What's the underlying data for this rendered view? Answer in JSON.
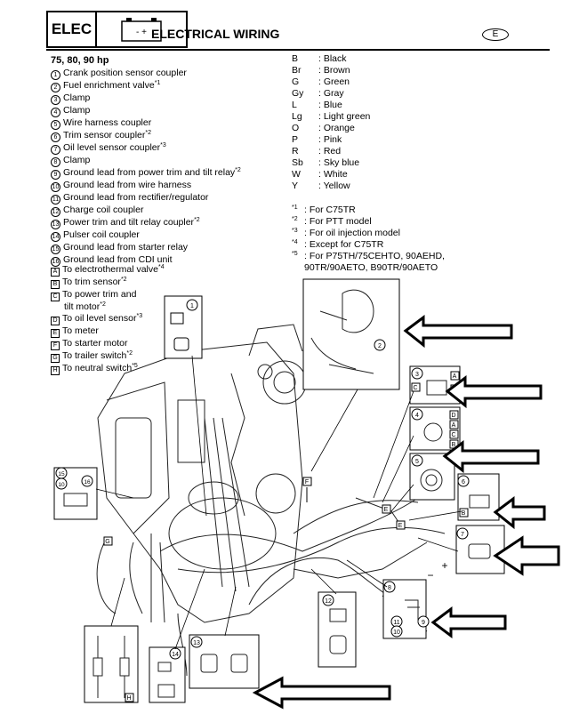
{
  "header": {
    "section_code": "ELEC",
    "title": "ELECTRICAL WIRING",
    "lang": "E",
    "battery_signs": "- +"
  },
  "model": "75, 80, 90 hp",
  "components": [
    {
      "num": "1",
      "text": "Crank position sensor coupler",
      "note": ""
    },
    {
      "num": "2",
      "text": "Fuel enrichment valve",
      "note": "*1"
    },
    {
      "num": "3",
      "text": "Clamp",
      "note": ""
    },
    {
      "num": "4",
      "text": "Clamp",
      "note": ""
    },
    {
      "num": "5",
      "text": "Wire harness coupler",
      "note": ""
    },
    {
      "num": "6",
      "text": "Trim sensor coupler",
      "note": "*2"
    },
    {
      "num": "7",
      "text": "Oil level sensor coupler",
      "note": "*3"
    },
    {
      "num": "8",
      "text": "Clamp",
      "note": ""
    },
    {
      "num": "9",
      "text": "Ground lead from power trim and tilt relay",
      "note": "*2"
    },
    {
      "num": "10",
      "text": "Ground lead from wire harness",
      "note": ""
    },
    {
      "num": "11",
      "text": "Ground lead from rectifier/regulator",
      "note": ""
    },
    {
      "num": "12",
      "text": "Charge coil coupler",
      "note": ""
    },
    {
      "num": "13",
      "text": "Power trim and tilt relay coupler",
      "note": "*2"
    },
    {
      "num": "14",
      "text": "Pulser coil coupler",
      "note": ""
    },
    {
      "num": "15",
      "text": "Ground lead from starter relay",
      "note": ""
    },
    {
      "num": "16",
      "text": "Ground lead from CDI unit",
      "note": ""
    }
  ],
  "connectors": [
    {
      "letter": "A",
      "text": "To electrothermal valve",
      "note": "*4"
    },
    {
      "letter": "B",
      "text": "To trim sensor",
      "note": "*2"
    },
    {
      "letter": "C",
      "text": "To power trim and",
      "note": ""
    },
    {
      "letter": "",
      "text": "tilt motor",
      "note": "*2"
    },
    {
      "letter": "D",
      "text": "To oil level sensor",
      "note": "*3"
    },
    {
      "letter": "E",
      "text": "To meter",
      "note": ""
    },
    {
      "letter": "F",
      "text": "To starter motor",
      "note": ""
    },
    {
      "letter": "G",
      "text": "To trailer switch",
      "note": "*2"
    },
    {
      "letter": "H",
      "text": "To neutral switch",
      "note": "*5"
    }
  ],
  "colors": [
    {
      "code": "B",
      "name": ": Black"
    },
    {
      "code": "Br",
      "name": ": Brown"
    },
    {
      "code": "G",
      "name": ": Green"
    },
    {
      "code": "Gy",
      "name": ": Gray"
    },
    {
      "code": "L",
      "name": ": Blue"
    },
    {
      "code": "Lg",
      "name": ": Light green"
    },
    {
      "code": "O",
      "name": ": Orange"
    },
    {
      "code": "P",
      "name": ": Pink"
    },
    {
      "code": "R",
      "name": ": Red"
    },
    {
      "code": "Sb",
      "name": ": Sky blue"
    },
    {
      "code": "W",
      "name": ": White"
    },
    {
      "code": "Y",
      "name": ": Yellow"
    }
  ],
  "footnotes": [
    {
      "mark": "*1",
      "text": ": For C75TR"
    },
    {
      "mark": "*2",
      "text": ": For PTT model"
    },
    {
      "mark": "*3",
      "text": ": For oil injection model"
    },
    {
      "mark": "*4",
      "text": ": Except for C75TR"
    },
    {
      "mark": "*5",
      "text": ": For P75TH/75CEHTO, 90AEHD,"
    },
    {
      "mark": "",
      "text": "90TR/90AETO, B90TR/90AETO"
    }
  ],
  "diagram_labels": {
    "d1": "1",
    "d2": "2",
    "d3": "3",
    "d4": "4",
    "d5": "5",
    "d6": "6",
    "d7": "7",
    "d8": "8",
    "d9": "9",
    "d10": "10",
    "d11": "11",
    "d12": "12",
    "d13": "13",
    "d14": "14",
    "d15": "15",
    "d16": "16",
    "la": "A",
    "lb": "B",
    "lc": "C",
    "ld": "D",
    "le": "E",
    "lf": "F",
    "lg": "G",
    "lh": "H",
    "plus": "+",
    "minus": "−"
  }
}
